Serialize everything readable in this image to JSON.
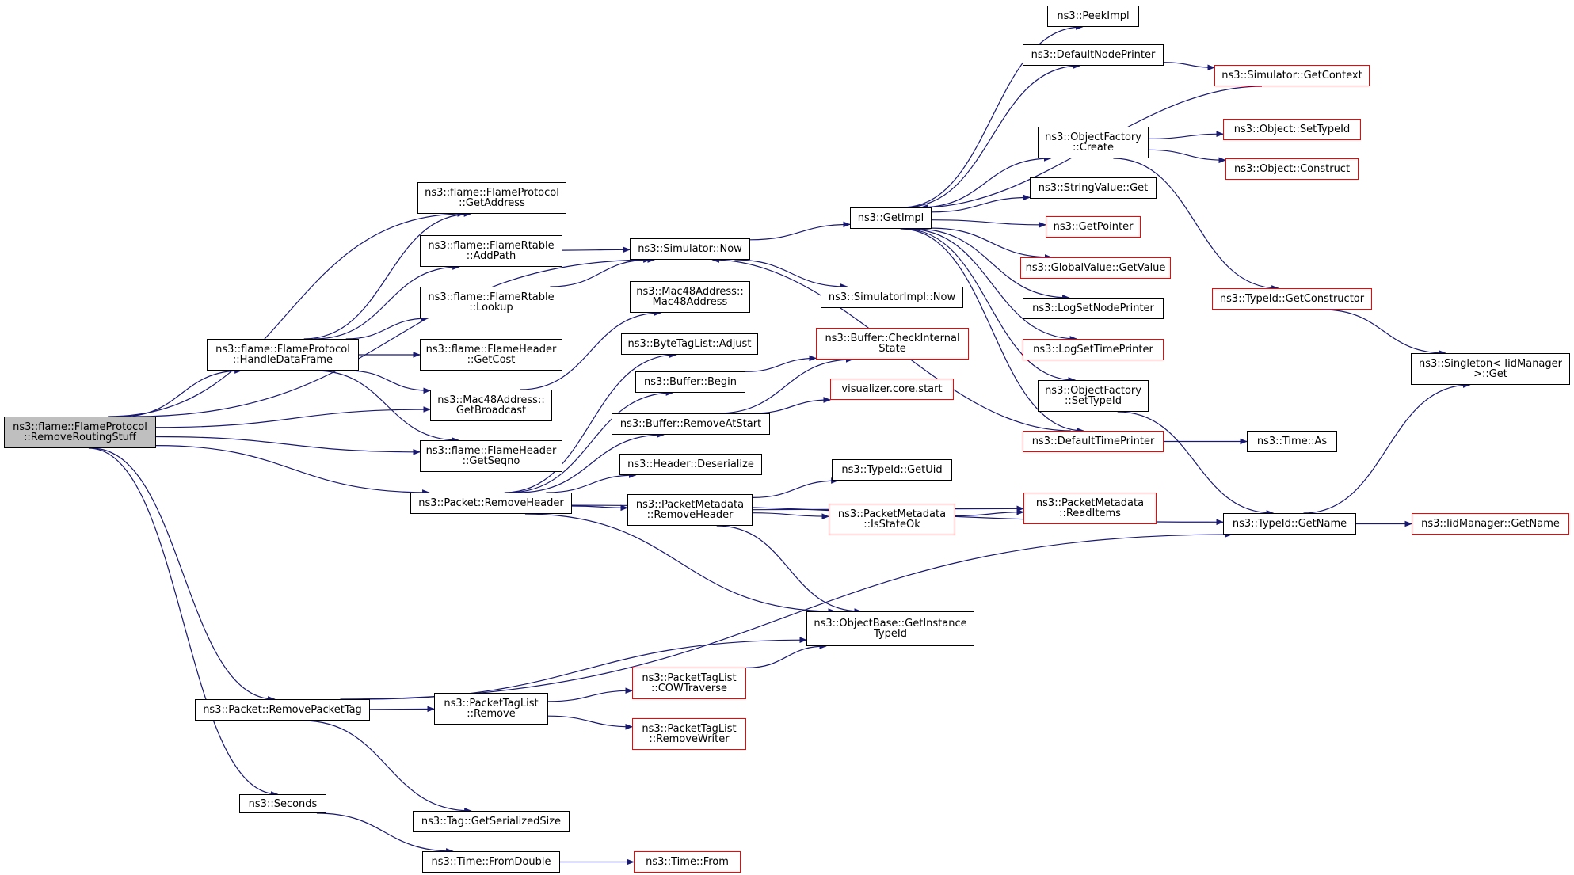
{
  "colors": {
    "edge": "#191970",
    "node_border": "#000000",
    "node_border_incomplete": "#ff0000",
    "root_fill": "#bfbfbf",
    "background": "#ffffff"
  },
  "nodes": [
    {
      "id": "root",
      "label": "ns3::flame::FlameProtocol\n::RemoveRoutingStuff",
      "incomplete": false,
      "root": true
    },
    {
      "id": "getaddress",
      "label": "ns3::flame::FlameProtocol\n::GetAddress",
      "incomplete": false
    },
    {
      "id": "handledata",
      "label": "ns3::flame::FlameProtocol\n::HandleDataFrame",
      "incomplete": false
    },
    {
      "id": "addpath",
      "label": "ns3::flame::FlameRtable\n::AddPath",
      "incomplete": false
    },
    {
      "id": "lookup",
      "label": "ns3::flame::FlameRtable\n::Lookup",
      "incomplete": false
    },
    {
      "id": "getcost",
      "label": "ns3::flame::FlameHeader\n::GetCost",
      "incomplete": false
    },
    {
      "id": "getbroadcast",
      "label": "ns3::Mac48Address::\nGetBroadcast",
      "incomplete": false
    },
    {
      "id": "getseqno",
      "label": "ns3::flame::FlameHeader\n::GetSeqno",
      "incomplete": false
    },
    {
      "id": "removeheader",
      "label": "ns3::Packet::RemoveHeader",
      "incomplete": false
    },
    {
      "id": "removepackettag",
      "label": "ns3::Packet::RemovePacketTag",
      "incomplete": false
    },
    {
      "id": "seconds",
      "label": "ns3::Seconds",
      "incomplete": false
    },
    {
      "id": "simnow",
      "label": "ns3::Simulator::Now",
      "incomplete": false
    },
    {
      "id": "mac48ctor",
      "label": "ns3::Mac48Address::\nMac48Address",
      "incomplete": false
    },
    {
      "id": "bytetagadjust",
      "label": "ns3::ByteTagList::Adjust",
      "incomplete": false
    },
    {
      "id": "bufferbegin",
      "label": "ns3::Buffer::Begin",
      "incomplete": false
    },
    {
      "id": "removeatstart",
      "label": "ns3::Buffer::RemoveAtStart",
      "incomplete": false
    },
    {
      "id": "deserialize",
      "label": "ns3::Header::Deserialize",
      "incomplete": false
    },
    {
      "id": "pmremoveheader",
      "label": "ns3::PacketMetadata\n::RemoveHeader",
      "incomplete": false
    },
    {
      "id": "getinstancetypeid",
      "label": "ns3::ObjectBase::GetInstance\nTypeId",
      "incomplete": false
    },
    {
      "id": "ptlremove",
      "label": "ns3::PacketTagList\n::Remove",
      "incomplete": false
    },
    {
      "id": "cowtraverse",
      "label": "ns3::PacketTagList\n::COWTraverse",
      "incomplete": true
    },
    {
      "id": "removewriter",
      "label": "ns3::PacketTagList\n::RemoveWriter",
      "incomplete": true
    },
    {
      "id": "tagsize",
      "label": "ns3::Tag::GetSerializedSize",
      "incomplete": false
    },
    {
      "id": "fromdouble",
      "label": "ns3::Time::FromDouble",
      "incomplete": false
    },
    {
      "id": "timefrom",
      "label": "ns3::Time::From",
      "incomplete": true
    },
    {
      "id": "getimpl",
      "label": "ns3::GetImpl",
      "incomplete": false
    },
    {
      "id": "simimplnow",
      "label": "ns3::SimulatorImpl::Now",
      "incomplete": false
    },
    {
      "id": "checkinternal",
      "label": "ns3::Buffer::CheckInternal\nState",
      "incomplete": true
    },
    {
      "id": "vizstart",
      "label": "visualizer.core.start",
      "incomplete": true
    },
    {
      "id": "getuid",
      "label": "ns3::TypeId::GetUid",
      "incomplete": false
    },
    {
      "id": "isstateok",
      "label": "ns3::PacketMetadata\n::IsStateOk",
      "incomplete": true
    },
    {
      "id": "readitems",
      "label": "ns3::PacketMetadata\n::ReadItems",
      "incomplete": true
    },
    {
      "id": "peekimpl",
      "label": "ns3::PeekImpl",
      "incomplete": false
    },
    {
      "id": "defnodeprinter",
      "label": "ns3::DefaultNodePrinter",
      "incomplete": false
    },
    {
      "id": "objfactorycreate",
      "label": "ns3::ObjectFactory\n::Create",
      "incomplete": false
    },
    {
      "id": "stringvalueget",
      "label": "ns3::StringValue::Get",
      "incomplete": false
    },
    {
      "id": "getpointer",
      "label": "ns3::GetPointer",
      "incomplete": true
    },
    {
      "id": "globalvalue",
      "label": "ns3::GlobalValue::GetValue",
      "incomplete": true
    },
    {
      "id": "logsetnode",
      "label": "ns3::LogSetNodePrinter",
      "incomplete": false
    },
    {
      "id": "logsettime",
      "label": "ns3::LogSetTimePrinter",
      "incomplete": true
    },
    {
      "id": "objfactorysettypeid",
      "label": "ns3::ObjectFactory\n::SetTypeId",
      "incomplete": false
    },
    {
      "id": "deftimeprinter",
      "label": "ns3::DefaultTimePrinter",
      "incomplete": true
    },
    {
      "id": "getcontext",
      "label": "ns3::Simulator::GetContext",
      "incomplete": true
    },
    {
      "id": "settypeid",
      "label": "ns3::Object::SetTypeId",
      "incomplete": true
    },
    {
      "id": "construct",
      "label": "ns3::Object::Construct",
      "incomplete": true
    },
    {
      "id": "getconstructor",
      "label": "ns3::TypeId::GetConstructor",
      "incomplete": true
    },
    {
      "id": "singletonget",
      "label": "ns3::Singleton< IidManager\n>::Get",
      "incomplete": false
    },
    {
      "id": "timeas",
      "label": "ns3::Time::As",
      "incomplete": false
    },
    {
      "id": "typeidgetname",
      "label": "ns3::TypeId::GetName",
      "incomplete": false
    },
    {
      "id": "iidgetname",
      "label": "ns3::IidManager::GetName",
      "incomplete": true
    }
  ],
  "edges": [
    [
      "root",
      "simnow"
    ],
    [
      "root",
      "getaddress"
    ],
    [
      "root",
      "handledata"
    ],
    [
      "root",
      "getbroadcast"
    ],
    [
      "root",
      "getseqno"
    ],
    [
      "root",
      "removeheader"
    ],
    [
      "root",
      "removepackettag"
    ],
    [
      "root",
      "seconds"
    ],
    [
      "handledata",
      "getaddress"
    ],
    [
      "handledata",
      "addpath"
    ],
    [
      "handledata",
      "lookup"
    ],
    [
      "handledata",
      "getcost"
    ],
    [
      "handledata",
      "getbroadcast"
    ],
    [
      "handledata",
      "getseqno"
    ],
    [
      "addpath",
      "simnow"
    ],
    [
      "lookup",
      "simnow"
    ],
    [
      "getbroadcast",
      "mac48ctor"
    ],
    [
      "removeheader",
      "bytetagadjust"
    ],
    [
      "removeheader",
      "bufferbegin"
    ],
    [
      "removeheader",
      "removeatstart"
    ],
    [
      "removeheader",
      "deserialize"
    ],
    [
      "removeheader",
      "pmremoveheader"
    ],
    [
      "removeheader",
      "getinstancetypeid"
    ],
    [
      "removeheader",
      "typeidgetname"
    ],
    [
      "removepackettag",
      "getinstancetypeid"
    ],
    [
      "removepackettag",
      "ptlremove"
    ],
    [
      "removepackettag",
      "tagsize"
    ],
    [
      "removepackettag",
      "typeidgetname"
    ],
    [
      "ptlremove",
      "cowtraverse"
    ],
    [
      "ptlremove",
      "removewriter"
    ],
    [
      "cowtraverse",
      "getinstancetypeid"
    ],
    [
      "seconds",
      "fromdouble"
    ],
    [
      "fromdouble",
      "timefrom"
    ],
    [
      "simnow",
      "getimpl"
    ],
    [
      "simnow",
      "simimplnow"
    ],
    [
      "bufferbegin",
      "checkinternal"
    ],
    [
      "removeatstart",
      "checkinternal"
    ],
    [
      "removeatstart",
      "vizstart"
    ],
    [
      "pmremoveheader",
      "getuid"
    ],
    [
      "pmremoveheader",
      "isstateok"
    ],
    [
      "pmremoveheader",
      "readitems"
    ],
    [
      "pmremoveheader",
      "getinstancetypeid"
    ],
    [
      "isstateok",
      "readitems"
    ],
    [
      "getimpl",
      "peekimpl"
    ],
    [
      "getimpl",
      "defnodeprinter"
    ],
    [
      "getimpl",
      "objfactorycreate"
    ],
    [
      "getimpl",
      "stringvalueget"
    ],
    [
      "getimpl",
      "getpointer"
    ],
    [
      "getimpl",
      "globalvalue"
    ],
    [
      "getimpl",
      "logsetnode"
    ],
    [
      "getimpl",
      "logsettime"
    ],
    [
      "getimpl",
      "objfactorysettypeid"
    ],
    [
      "getimpl",
      "deftimeprinter"
    ],
    [
      "defnodeprinter",
      "getcontext"
    ],
    [
      "getcontext",
      "getimpl"
    ],
    [
      "objfactorycreate",
      "settypeid"
    ],
    [
      "objfactorycreate",
      "construct"
    ],
    [
      "objfactorycreate",
      "getconstructor"
    ],
    [
      "getconstructor",
      "singletonget"
    ],
    [
      "deftimeprinter",
      "simnow"
    ],
    [
      "deftimeprinter",
      "timeas"
    ],
    [
      "objfactorysettypeid",
      "typeidgetname"
    ],
    [
      "typeidgetname",
      "singletonget"
    ],
    [
      "typeidgetname",
      "iidgetname"
    ]
  ]
}
